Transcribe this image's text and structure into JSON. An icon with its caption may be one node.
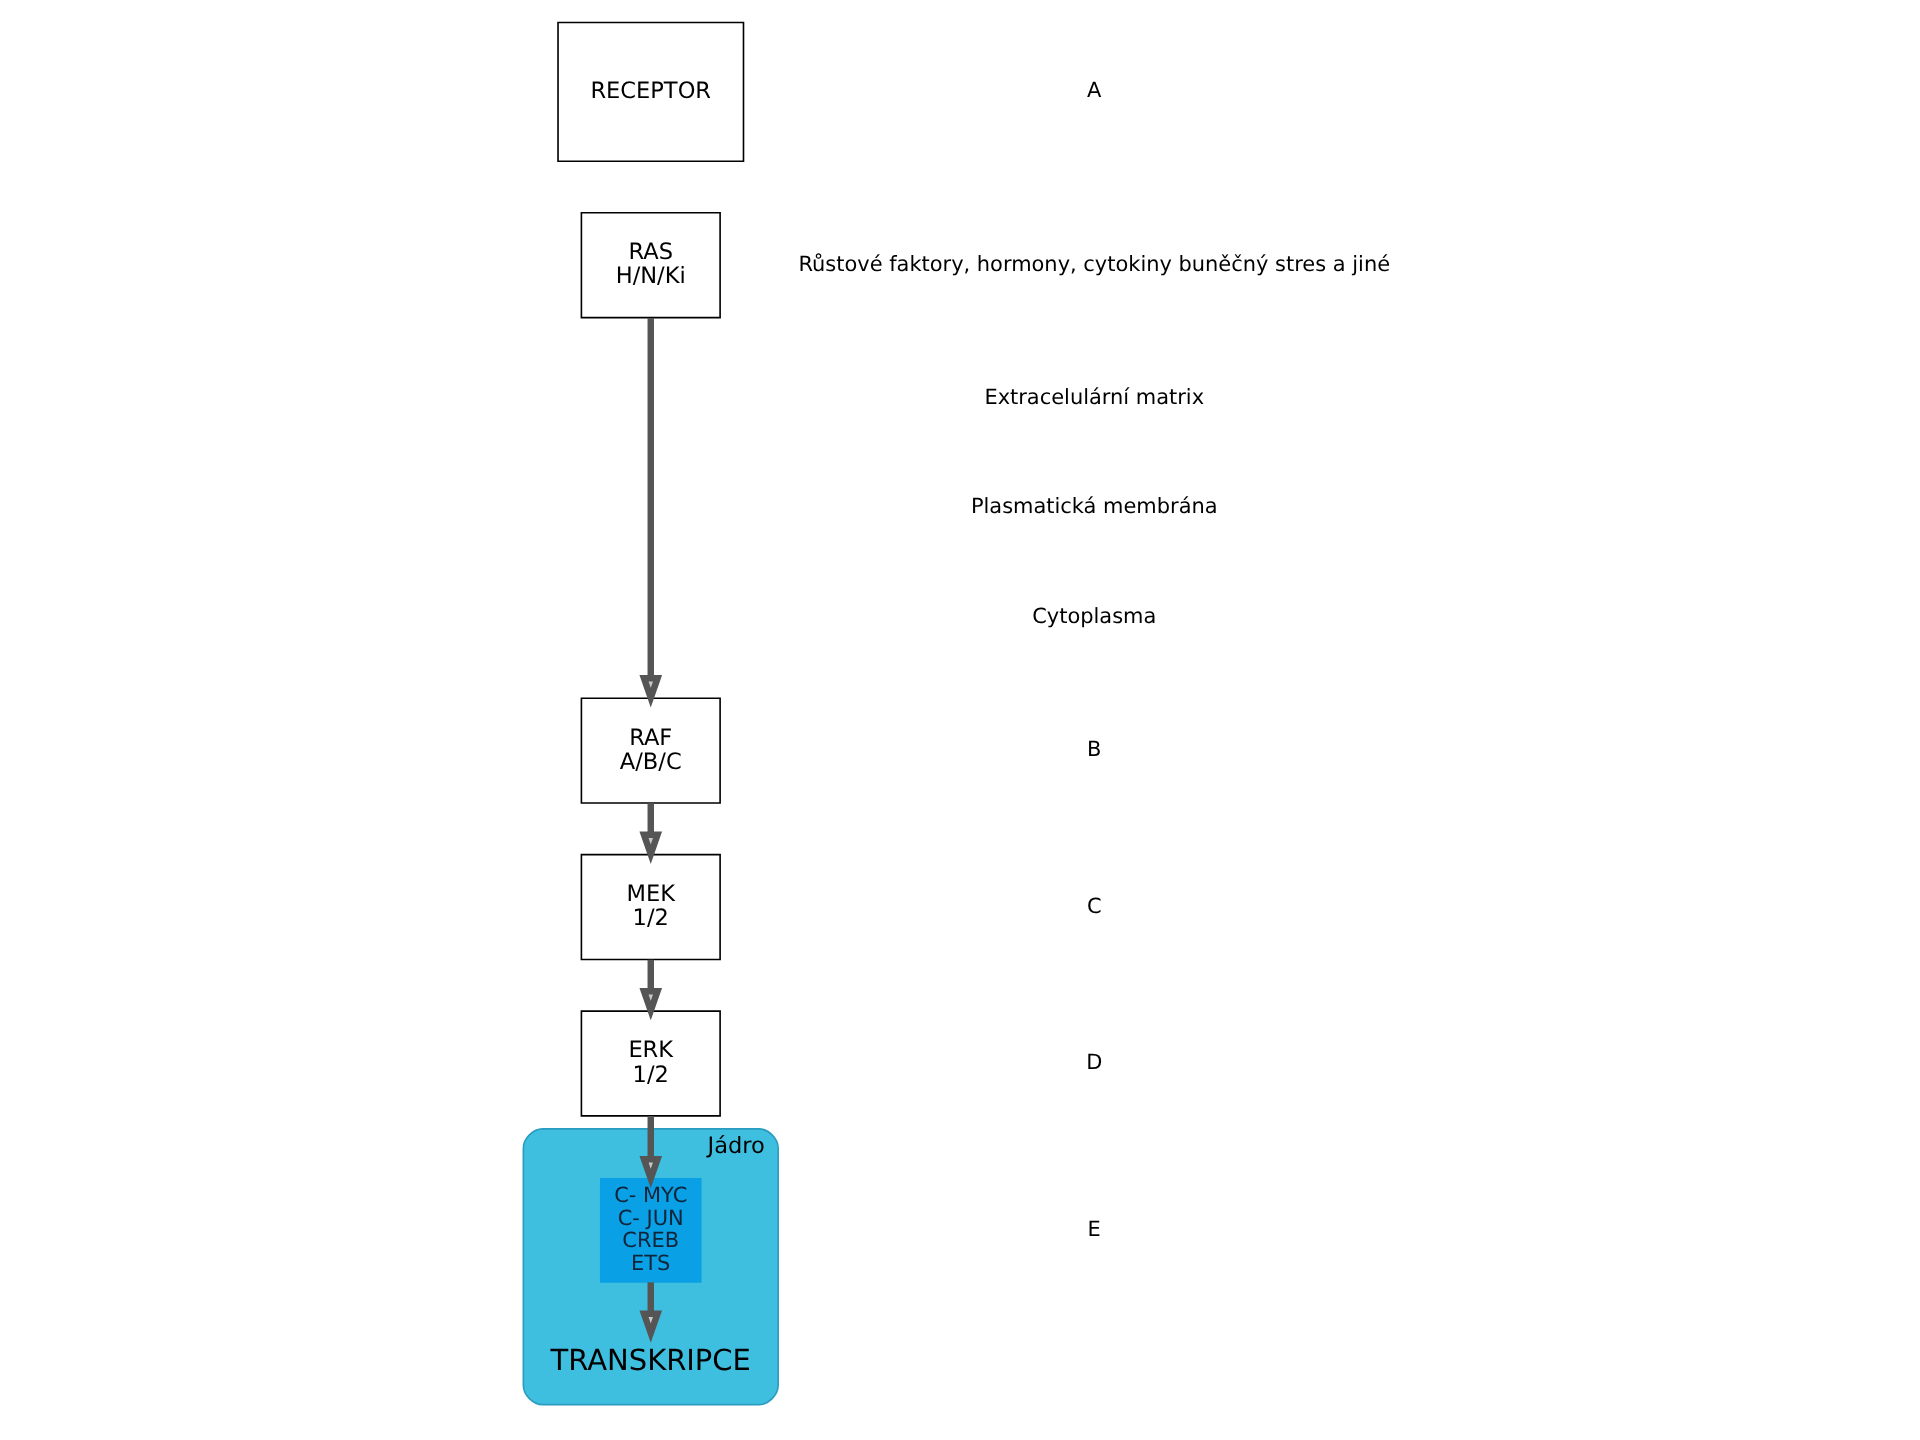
{
  "diagram": {
    "nodes": [
      {
        "text": [
          "RECEPTOR"
        ]
      },
      {
        "text": [
          "RAS",
          "H/N/Ki"
        ]
      },
      {
        "text": [
          "RAF",
          "A/B/C"
        ]
      },
      {
        "text": [
          "MEK",
          "1/2"
        ]
      },
      {
        "text": [
          "ERK",
          "1/2"
        ]
      },
      {
        "text": [
          "Jádro"
        ]
      },
      {
        "text": [
          "C- MYC",
          "C- JUN",
          "CREB",
          "ETS"
        ],
        "in": 5
      },
      {
        "text": [
          "TRANSKRIPCE"
        ],
        "in": 5
      }
    ],
    "edges": [
      {
        "from": 1,
        "to": 2,
        "arrow": "to"
      },
      {
        "from": 2,
        "to": 3,
        "arrow": "to"
      },
      {
        "from": 3,
        "to": 4,
        "arrow": "to"
      },
      {
        "from": 4,
        "to": 6,
        "arrow": "to"
      },
      {
        "from": 6,
        "to": 7,
        "arrow": "to"
      }
    ],
    "labels": [
      "A",
      "Růstové faktory, hormony, cytokiny buněčný stres a jiné",
      "Extracelulární matrix",
      "Plasmatická membrána",
      "Cytoplasma",
      "B",
      "C",
      "D",
      "E"
    ]
  }
}
